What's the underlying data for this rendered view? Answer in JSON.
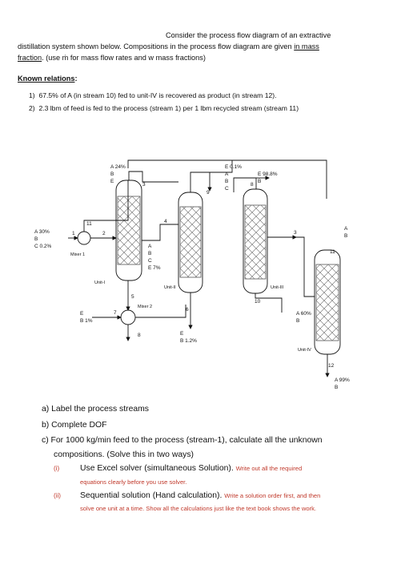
{
  "intro": {
    "line1": "Consider the process flow diagram of an extractive",
    "line2_pre": "distillation system shown below. Compositions in the process flow diagram are given ",
    "line2_link": "in mass",
    "line3_link": "fraction",
    "line3_post": ". (use ṁ for mass flow rates and w mass fractions)"
  },
  "known": {
    "heading": "Known relations",
    "colon": ":",
    "items": [
      {
        "num": "1)",
        "text": "67.5% of A (in stream 10) fed to unit-IV is recovered as product (in stream 12)."
      },
      {
        "num": "2)",
        "text": "2.3 lbm of feed is fed to the process (stream 1) per 1 lbm recycled stream (stream 11)"
      }
    ]
  },
  "diagram": {
    "feed": {
      "a": "A  30%",
      "b": "B",
      "c": "C  0.2%"
    },
    "mixer1": "Mixer 1",
    "mixer2": "Mixer 2",
    "top1": {
      "a": "A  24%",
      "b": "B",
      "e": "E"
    },
    "stream7_feed": {
      "e": "E",
      "b": "B  1%"
    },
    "side4": {
      "a": "A",
      "b": "B",
      "c": "C",
      "e": "E  7%"
    },
    "bottom6": {
      "e": "E",
      "b": "B  1.2%"
    },
    "top9": {
      "e": "E  0.1%",
      "a": "A",
      "b": "B",
      "c": "C"
    },
    "top8": {
      "e": "E  98.8%",
      "b": "B"
    },
    "bottom10": {
      "a": "A  60%",
      "b": "B"
    },
    "top11": {
      "a": "A",
      "b": "B"
    },
    "product12": {
      "a": "A  99%",
      "b": "B"
    },
    "units": [
      "Unit-I",
      "Unit-II",
      "Unit-III",
      "Unit-IV"
    ],
    "streams": [
      "1",
      "2",
      "3",
      "4",
      "5",
      "6",
      "7",
      "8",
      "9",
      "10",
      "11",
      "12",
      "3"
    ]
  },
  "questions": [
    {
      "label": "a)",
      "text": "Label the process streams"
    },
    {
      "label": "b)",
      "text": "Complete DOF"
    },
    {
      "label": "c)",
      "text": "For 1000 kg/min feed to the process (stream-1), calculate all the unknown",
      "text2": "compositions. (Solve this in two ways)"
    }
  ],
  "subquestions": [
    {
      "num": "(i)",
      "text": "Use Excel solver (simultaneous Solution).",
      "note": "Write out all the required",
      "note2": "equations clearly before you use solver."
    },
    {
      "num": "(ii)",
      "text": "Sequential solution (Hand calculation).",
      "note": "Write a solution order first, and then",
      "note2": "solve one unit at a time. Show all the calculations just like the text book shows the work."
    }
  ]
}
